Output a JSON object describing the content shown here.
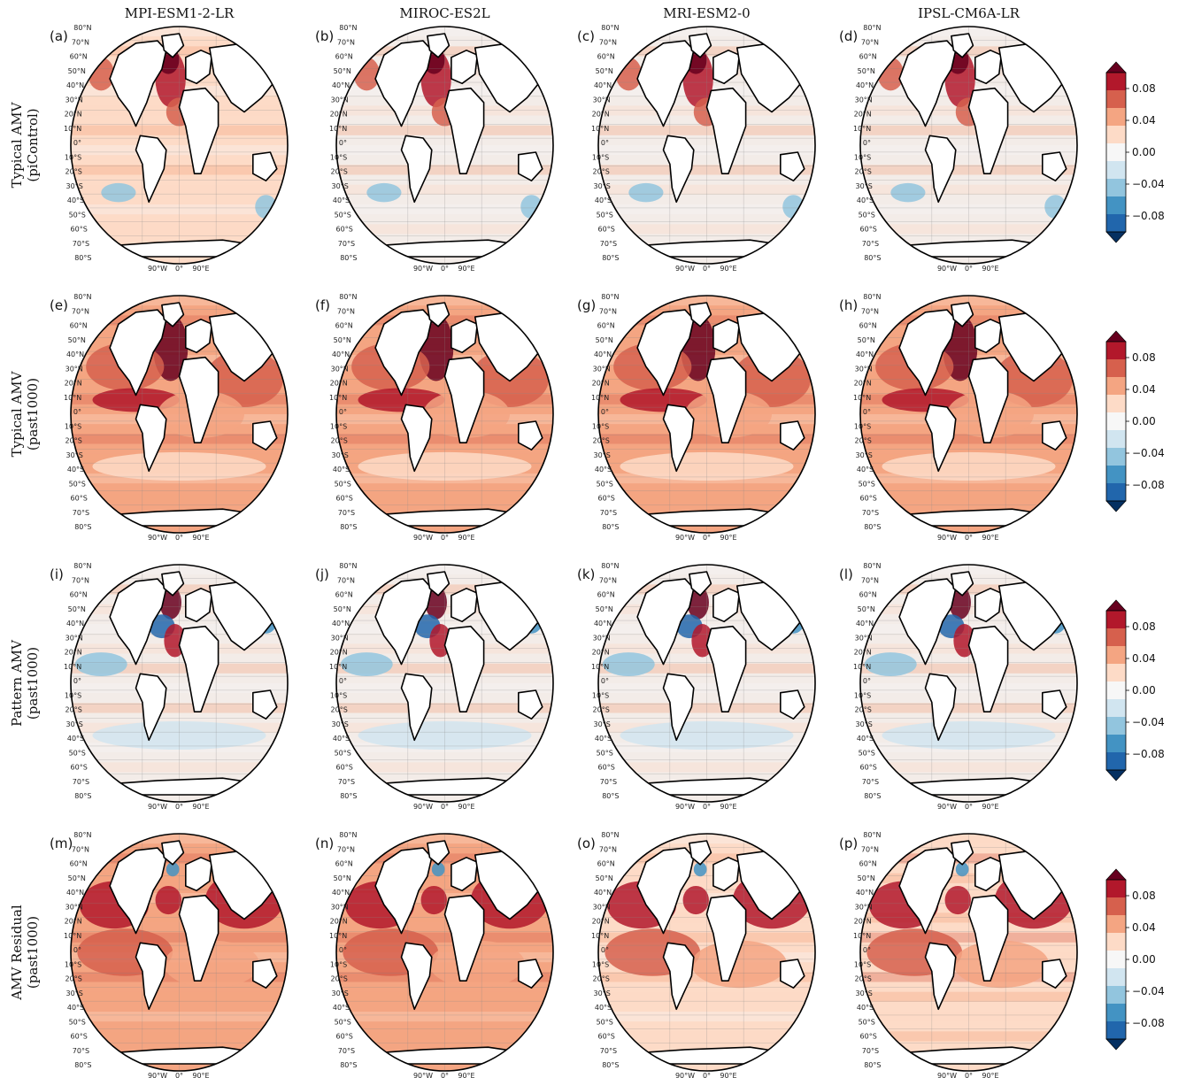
{
  "figure": {
    "columns": [
      "MPI-ESM1-2-LR",
      "MIROC-ES2L",
      "MRI-ESM2-0",
      "IPSL-CM6A-LR"
    ],
    "rows": [
      {
        "line1": "Typical AMV",
        "line2": "(piControl)"
      },
      {
        "line1": "Typical AMV",
        "line2": "(past1000)"
      },
      {
        "line1": "Pattern AMV",
        "line2": "(past1000)"
      },
      {
        "line1": "AMV Residual",
        "line2": "(past1000)"
      }
    ],
    "panel_labels": [
      "(a)",
      "(b)",
      "(c)",
      "(d)",
      "(e)",
      "(f)",
      "(g)",
      "(h)",
      "(i)",
      "(j)",
      "(k)",
      "(l)",
      "(m)",
      "(n)",
      "(o)",
      "(p)"
    ],
    "lat_labels": [
      "80°N",
      "70°N",
      "60°N",
      "50°N",
      "40°N",
      "30°N",
      "20°N",
      "10°N",
      "0°",
      "10°S",
      "20°S",
      "30°S",
      "40°S",
      "50°S",
      "60°S",
      "70°S",
      "80°S"
    ],
    "lon_labels": [
      "90°W",
      "0°",
      "90°E"
    ],
    "colorbar": {
      "ticks": [
        "0.08",
        "0.04",
        "0.00",
        "−0.04",
        "−0.08"
      ],
      "tick_values": [
        0.08,
        0.04,
        0.0,
        -0.04,
        -0.08
      ],
      "range": [
        -0.1,
        0.1
      ],
      "colors": [
        "#053061",
        "#2166ac",
        "#4393c3",
        "#92c5de",
        "#d1e5f0",
        "#f7f7f7",
        "#fddbc7",
        "#f4a582",
        "#d6604d",
        "#b2182b",
        "#67001f"
      ]
    },
    "panel_intensity": [
      [
        0.55,
        0.35,
        0.5,
        0.45
      ],
      [
        0.75,
        0.8,
        0.78,
        0.72
      ],
      [
        0.5,
        0.45,
        0.42,
        0.5
      ],
      [
        0.85,
        0.9,
        0.6,
        0.65
      ]
    ]
  }
}
